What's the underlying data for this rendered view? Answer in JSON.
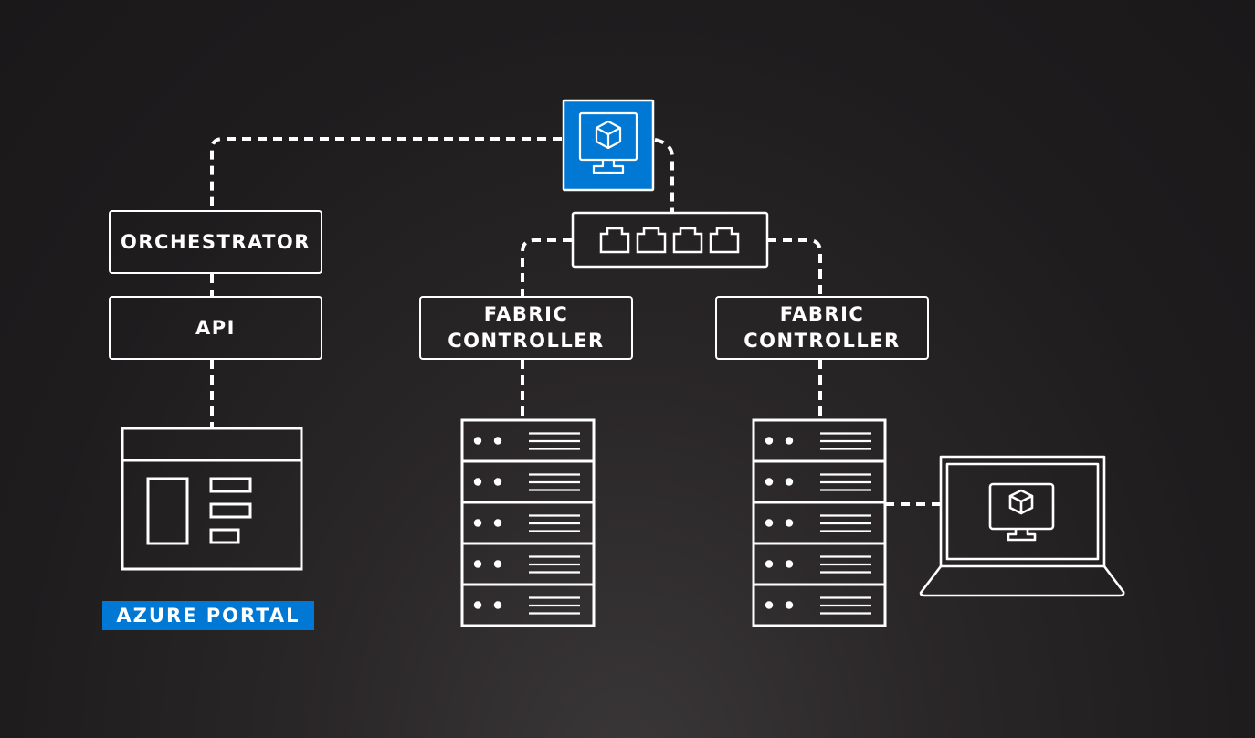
{
  "diagram": {
    "colors": {
      "accent": "#0078d4",
      "line": "#ffffff",
      "background": "#1e1c1d"
    },
    "nodes": {
      "orchestrator": {
        "label": "ORCHESTRATOR"
      },
      "api": {
        "label": "API"
      },
      "fabric_controller_left": {
        "line1": "FABRIC",
        "line2": "CONTROLLER"
      },
      "fabric_controller_right": {
        "line1": "FABRIC",
        "line2": "CONTROLLER"
      },
      "azure_portal": {
        "label": "AZURE PORTAL"
      },
      "virtual_machine": {
        "icon": "vm-monitor-cube-icon"
      },
      "network_switch": {
        "icon": "switch-ports-icon",
        "ports": 4
      },
      "server_rack_left": {
        "icon": "server-rack-icon",
        "units": 5
      },
      "server_rack_right": {
        "icon": "server-rack-icon",
        "units": 5
      },
      "laptop": {
        "icon": "laptop-vm-icon"
      }
    }
  }
}
